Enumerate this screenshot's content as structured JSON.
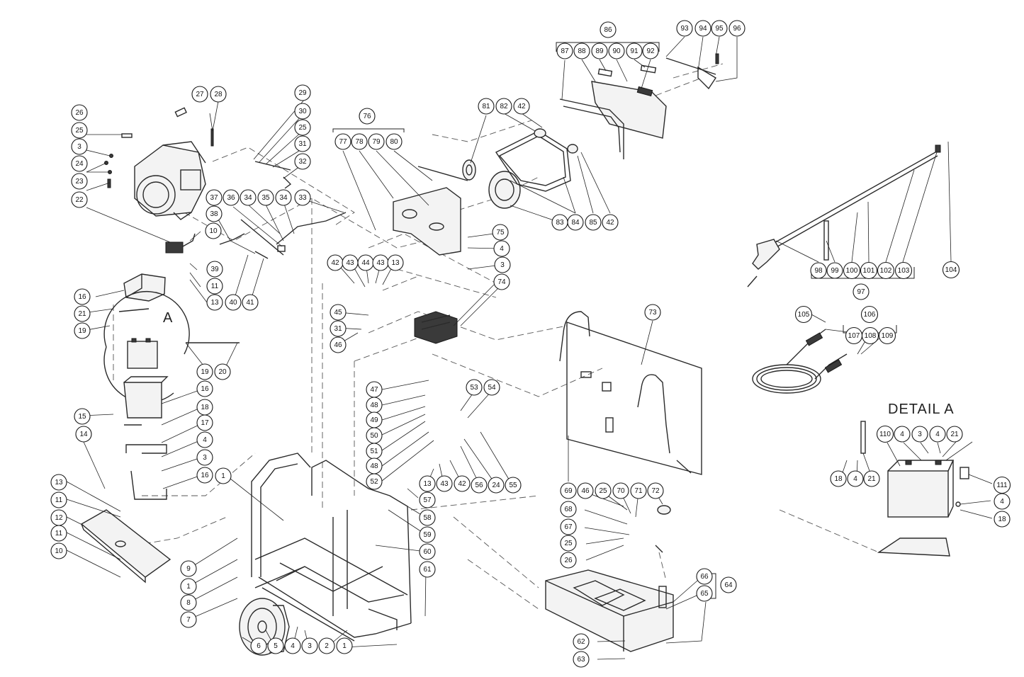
{
  "detail_title": "DETAIL A",
  "view_marker": "A",
  "callouts": [
    "1",
    "2",
    "3",
    "4",
    "5",
    "6",
    "7",
    "8",
    "9",
    "10",
    "11",
    "12",
    "13",
    "14",
    "15",
    "16",
    "17",
    "18",
    "19",
    "20",
    "21",
    "22",
    "23",
    "24",
    "25",
    "26",
    "27",
    "28",
    "29",
    "30",
    "31",
    "32",
    "33",
    "34",
    "35",
    "36",
    "37",
    "38",
    "39",
    "40",
    "41",
    "42",
    "43",
    "44",
    "45",
    "46",
    "47",
    "48",
    "49",
    "50",
    "51",
    "52",
    "53",
    "54",
    "55",
    "56",
    "57",
    "58",
    "59",
    "60",
    "61",
    "62",
    "63",
    "64",
    "65",
    "66",
    "67",
    "68",
    "69",
    "70",
    "71",
    "72",
    "73",
    "74",
    "75",
    "76",
    "77",
    "78",
    "79",
    "80",
    "81",
    "82",
    "83",
    "84",
    "85",
    "86",
    "87",
    "88",
    "89",
    "90",
    "91",
    "92",
    "93",
    "94",
    "95",
    "96",
    "97",
    "98",
    "99",
    "100",
    "101",
    "102",
    "103",
    "104",
    "105",
    "106",
    "107",
    "108",
    "109",
    "110",
    "111"
  ],
  "colors": {
    "line": "#2a2a2a",
    "dash": "#555555",
    "background": "#ffffff"
  }
}
